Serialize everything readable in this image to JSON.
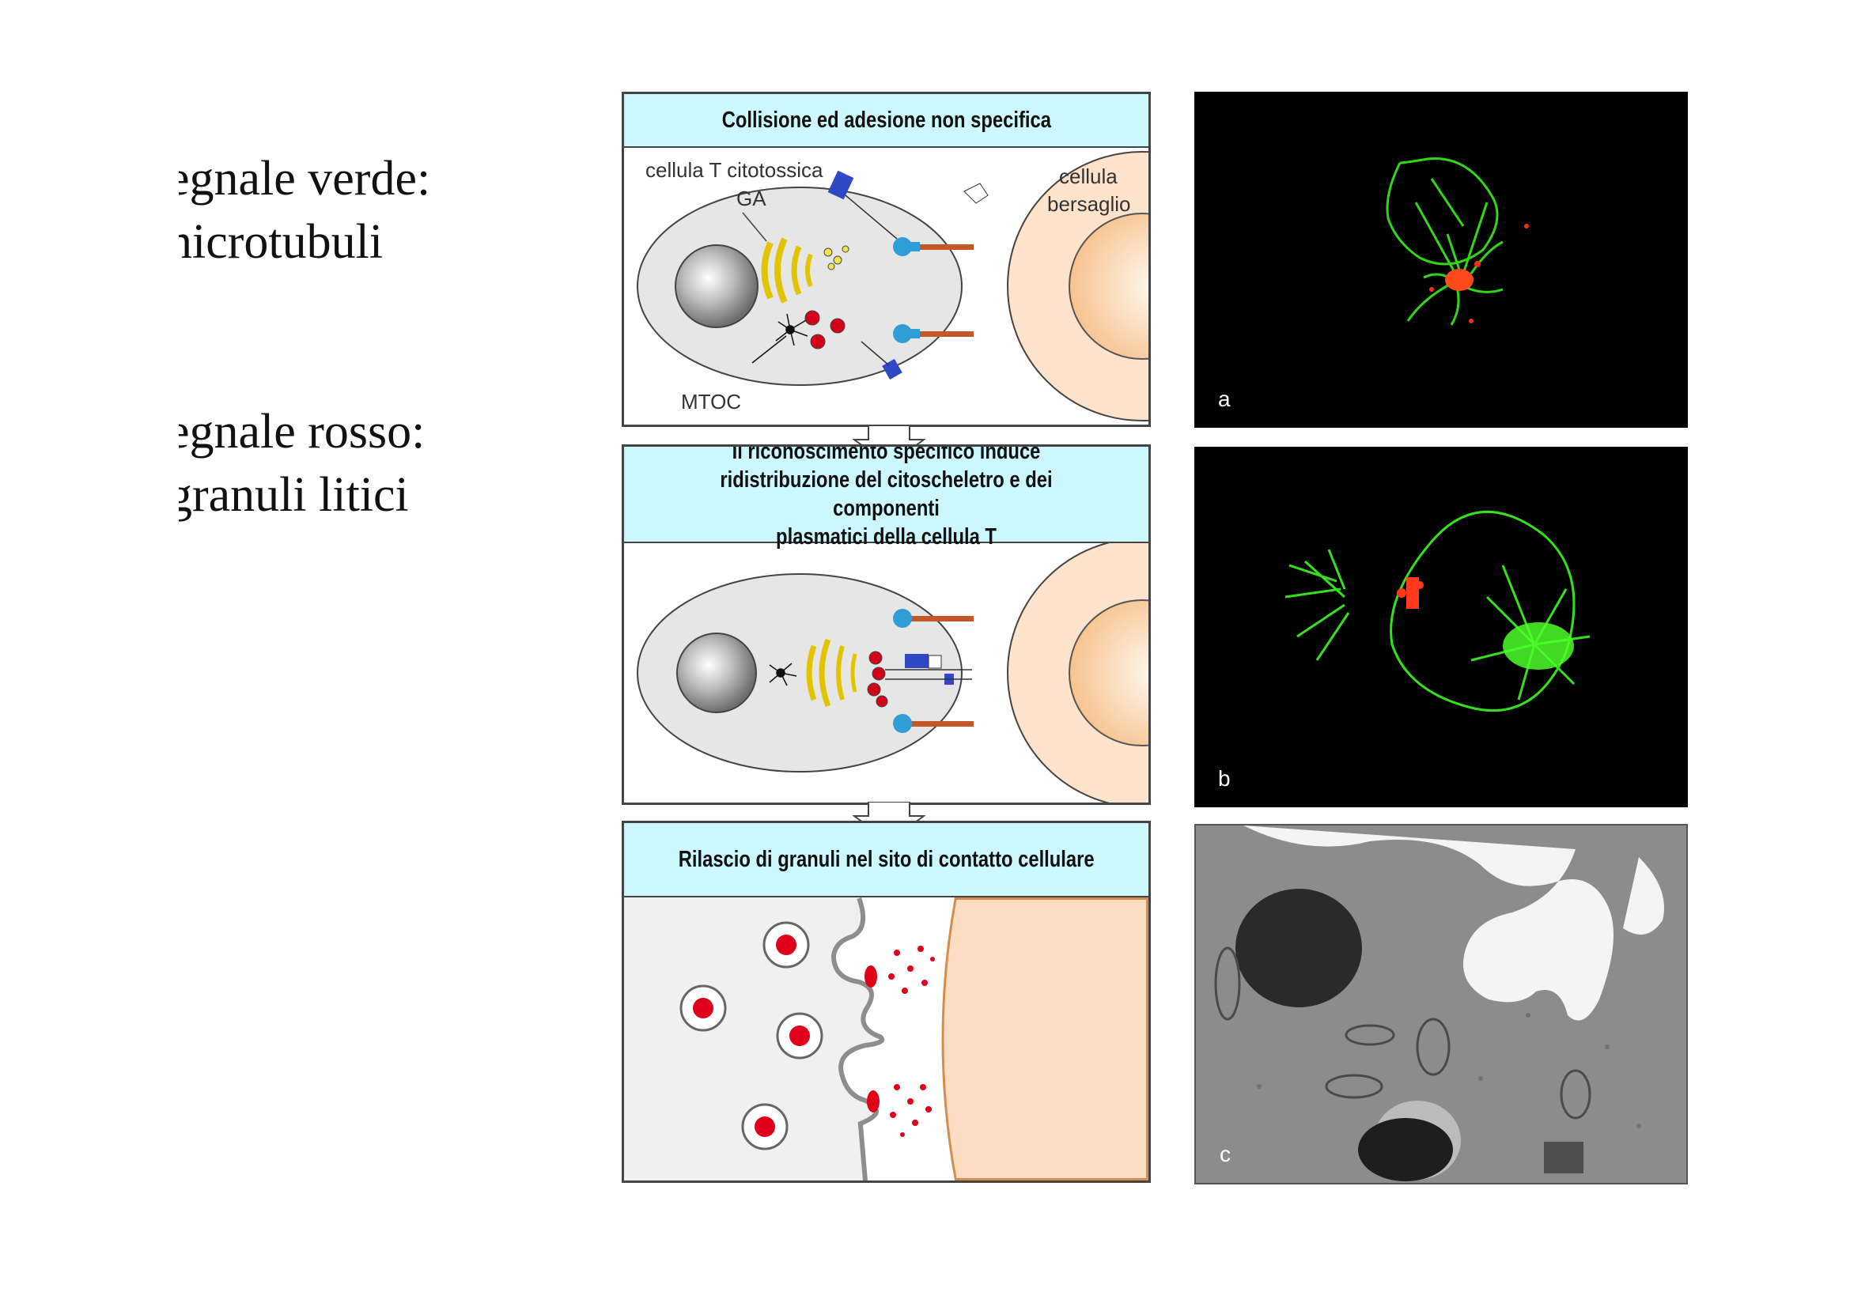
{
  "legend": {
    "green_title": "egnale verde:",
    "green_value": "nicrotubuli",
    "red_title": "egnale rosso:",
    "red_value": "granuli litici"
  },
  "panels": [
    {
      "title": "Collisione ed adesione non specifica",
      "labels": {
        "t_cell": "cellula T citotossica",
        "ga": "GA",
        "mtoc": "MTOC",
        "target_line1": "cellula",
        "target_line2": "bersaglio"
      }
    },
    {
      "title_line1": "Il riconoscimento specifico induce",
      "title_line2": "ridistribuzione del citoscheletro e dei componenti",
      "title_line3": "plasmatici della cellula T"
    },
    {
      "title": "Rilascio di granuli nel sito di contatto cellulare"
    }
  ],
  "micrographs": [
    {
      "label": "a"
    },
    {
      "label": "b"
    },
    {
      "label": "c"
    }
  ],
  "colors": {
    "header_bg": "#ccf7fd",
    "tcell": "#e8e8e8",
    "target": "#fde0c8",
    "granule": "#e0001a",
    "golgi": "#f1e64a",
    "receptor": "#2f9ed6",
    "fluor_green": "#3cf01c"
  }
}
